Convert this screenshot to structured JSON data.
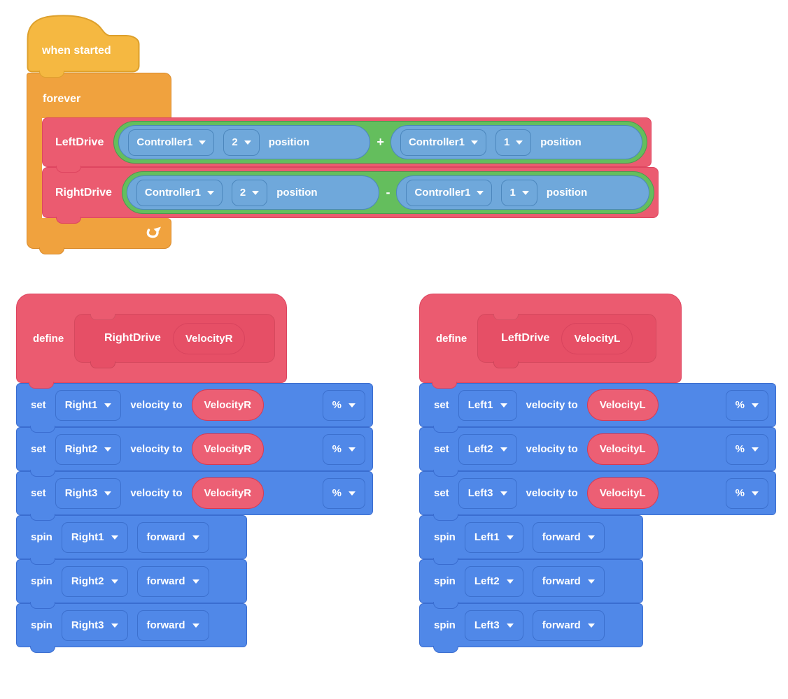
{
  "colors": {
    "hat_yellow": "#F5B841",
    "loop_orange": "#F0A23E",
    "myblock_pink": "#EB5B70",
    "operator_green": "#64BE5D",
    "sensing_blue": "#6FA8DB",
    "motor_blue": "#5088E8",
    "variable_pill_red": "#EC5F74"
  },
  "icons": {
    "dropdown_arrow": "chevron-down",
    "loop_arrow": "repeat-arrow"
  },
  "main_script": {
    "hat_label": "when started",
    "loop_label": "forever",
    "calls": [
      {
        "function": "LeftDrive",
        "operator": "+",
        "left": {
          "device": "Controller1",
          "port": "2",
          "property": "position"
        },
        "right": {
          "device": "Controller1",
          "port": "1",
          "property": "position"
        }
      },
      {
        "function": "RightDrive",
        "operator": "-",
        "left": {
          "device": "Controller1",
          "port": "2",
          "property": "position"
        },
        "right": {
          "device": "Controller1",
          "port": "1",
          "property": "position"
        }
      }
    ]
  },
  "define_rightdrive": {
    "keyword": "define",
    "name": "RightDrive",
    "parameter": "VelocityR",
    "set_blocks": [
      {
        "verb": "set",
        "motor": "Right1",
        "connector": "velocity to",
        "value": "VelocityR",
        "unit": "%"
      },
      {
        "verb": "set",
        "motor": "Right2",
        "connector": "velocity to",
        "value": "VelocityR",
        "unit": "%"
      },
      {
        "verb": "set",
        "motor": "Right3",
        "connector": "velocity to",
        "value": "VelocityR",
        "unit": "%"
      }
    ],
    "spin_blocks": [
      {
        "verb": "spin",
        "motor": "Right1",
        "direction": "forward"
      },
      {
        "verb": "spin",
        "motor": "Right2",
        "direction": "forward"
      },
      {
        "verb": "spin",
        "motor": "Right3",
        "direction": "forward"
      }
    ]
  },
  "define_leftdrive": {
    "keyword": "define",
    "name": "LeftDrive",
    "parameter": "VelocityL",
    "set_blocks": [
      {
        "verb": "set",
        "motor": "Left1",
        "connector": "velocity to",
        "value": "VelocityL",
        "unit": "%"
      },
      {
        "verb": "set",
        "motor": "Left2",
        "connector": "velocity to",
        "value": "VelocityL",
        "unit": "%"
      },
      {
        "verb": "set",
        "motor": "Left3",
        "connector": "velocity to",
        "value": "VelocityL",
        "unit": "%"
      }
    ],
    "spin_blocks": [
      {
        "verb": "spin",
        "motor": "Left1",
        "direction": "forward"
      },
      {
        "verb": "spin",
        "motor": "Left2",
        "direction": "forward"
      },
      {
        "verb": "spin",
        "motor": "Left3",
        "direction": "forward"
      }
    ]
  }
}
